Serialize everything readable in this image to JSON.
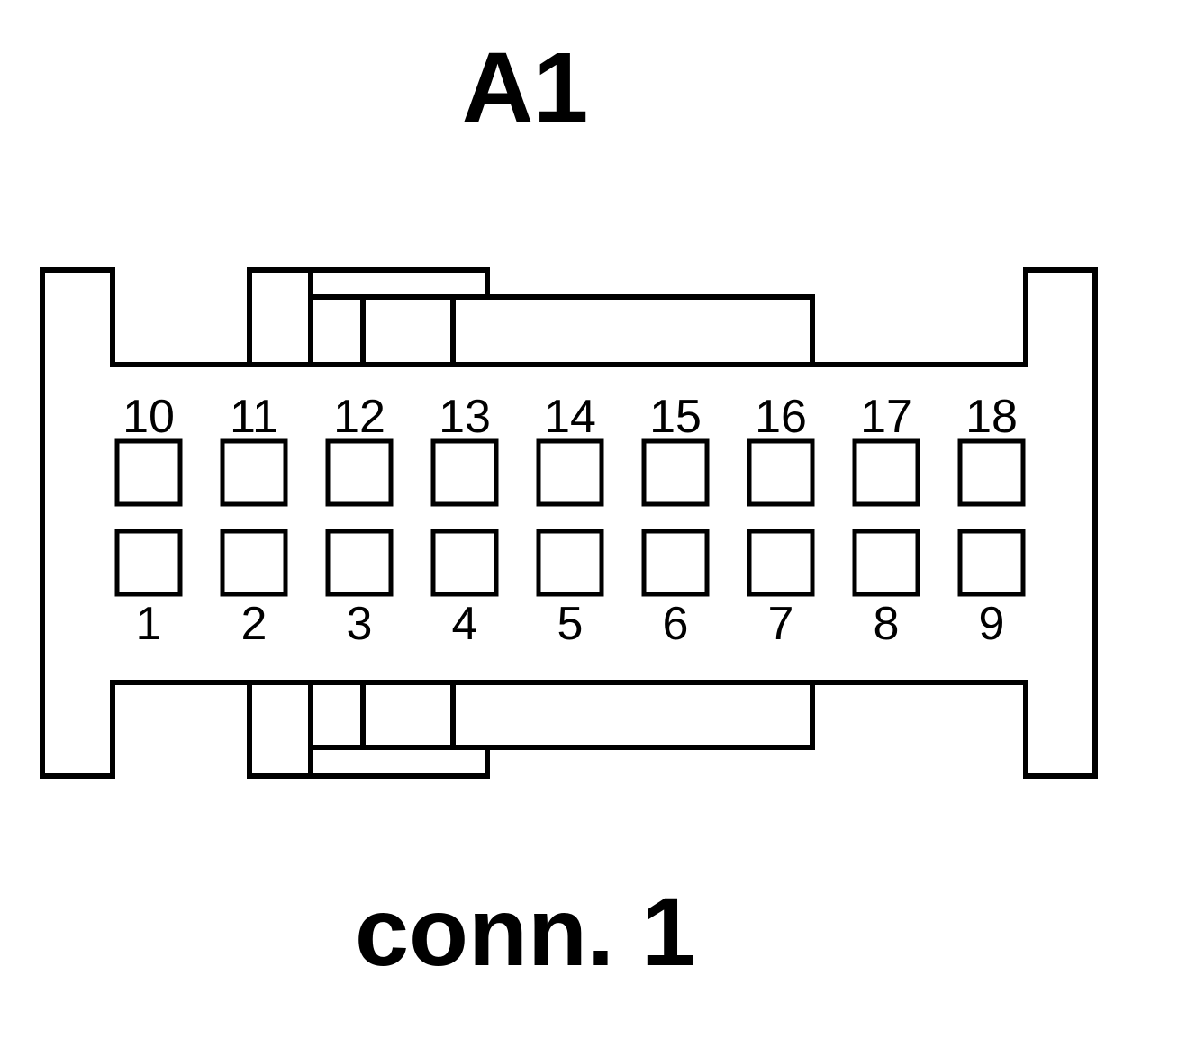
{
  "header": {
    "title": "A1"
  },
  "footer": {
    "caption": "conn. 1"
  },
  "connector": {
    "pins_top_row": [
      "10",
      "11",
      "12",
      "13",
      "14",
      "15",
      "16",
      "17",
      "18"
    ],
    "pins_bottom_row": [
      "1",
      "2",
      "3",
      "4",
      "5",
      "6",
      "7",
      "8",
      "9"
    ]
  }
}
